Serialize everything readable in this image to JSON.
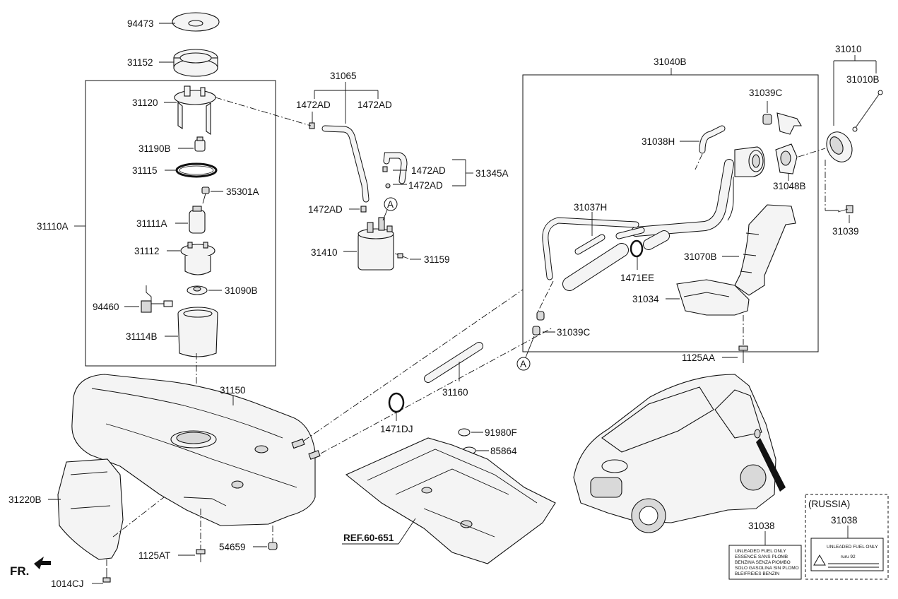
{
  "part_labels": {
    "p94473": "94473",
    "p31152": "31152",
    "p31120": "31120",
    "p31190B": "31190B",
    "p31115": "31115",
    "p35301A": "35301A",
    "p31110A": "31110A",
    "p31111A": "31111A",
    "p31112": "31112",
    "p31090B": "31090B",
    "p94460": "94460",
    "p31114B": "31114B",
    "p31065": "31065",
    "p1472AD_a": "1472AD",
    "p1472AD_b": "1472AD",
    "p1472AD_c": "1472AD",
    "p1472AD_d": "1472AD",
    "p1472AD_e": "1472AD",
    "p31345A": "31345A",
    "p31410": "31410",
    "p31159": "31159",
    "p31040B": "31040B",
    "p31039C_a": "31039C",
    "p31038H": "31038H",
    "p31048B": "31048B",
    "p31010": "31010",
    "p31010B": "31010B",
    "p31039": "31039",
    "p31037H": "31037H",
    "p1471EE": "1471EE",
    "p31070B": "31070B",
    "p31034": "31034",
    "p31039C_b": "31039C",
    "p1125AA": "1125AA",
    "p31150": "31150",
    "p31160": "31160",
    "p1471DJ": "1471DJ",
    "p91980F": "91980F",
    "p85864": "85864",
    "p31220B": "31220B",
    "p1125AT": "1125AT",
    "p54659": "54659",
    "p1014CJ": "1014CJ",
    "p31038_a": "31038",
    "p31038_b": "31038"
  },
  "callouts": {
    "a1": "A",
    "a2": "A"
  },
  "ref_label": "REF.60-651",
  "front_label": "FR.",
  "region_label": "(RUSSIA)",
  "label_sticker_std": {
    "lines": [
      "UNLEADED FUEL ONLY",
      "ESSENCE SANS PLOMB",
      "BENZINA SENZA PIOMBO",
      "SOLO GASOLINA SIN PLOMO",
      "BLEIFREIES BENZIN"
    ]
  },
  "label_sticker_ru": {
    "title": "UNLEADED FUEL ONLY",
    "code": "ruru 92"
  }
}
